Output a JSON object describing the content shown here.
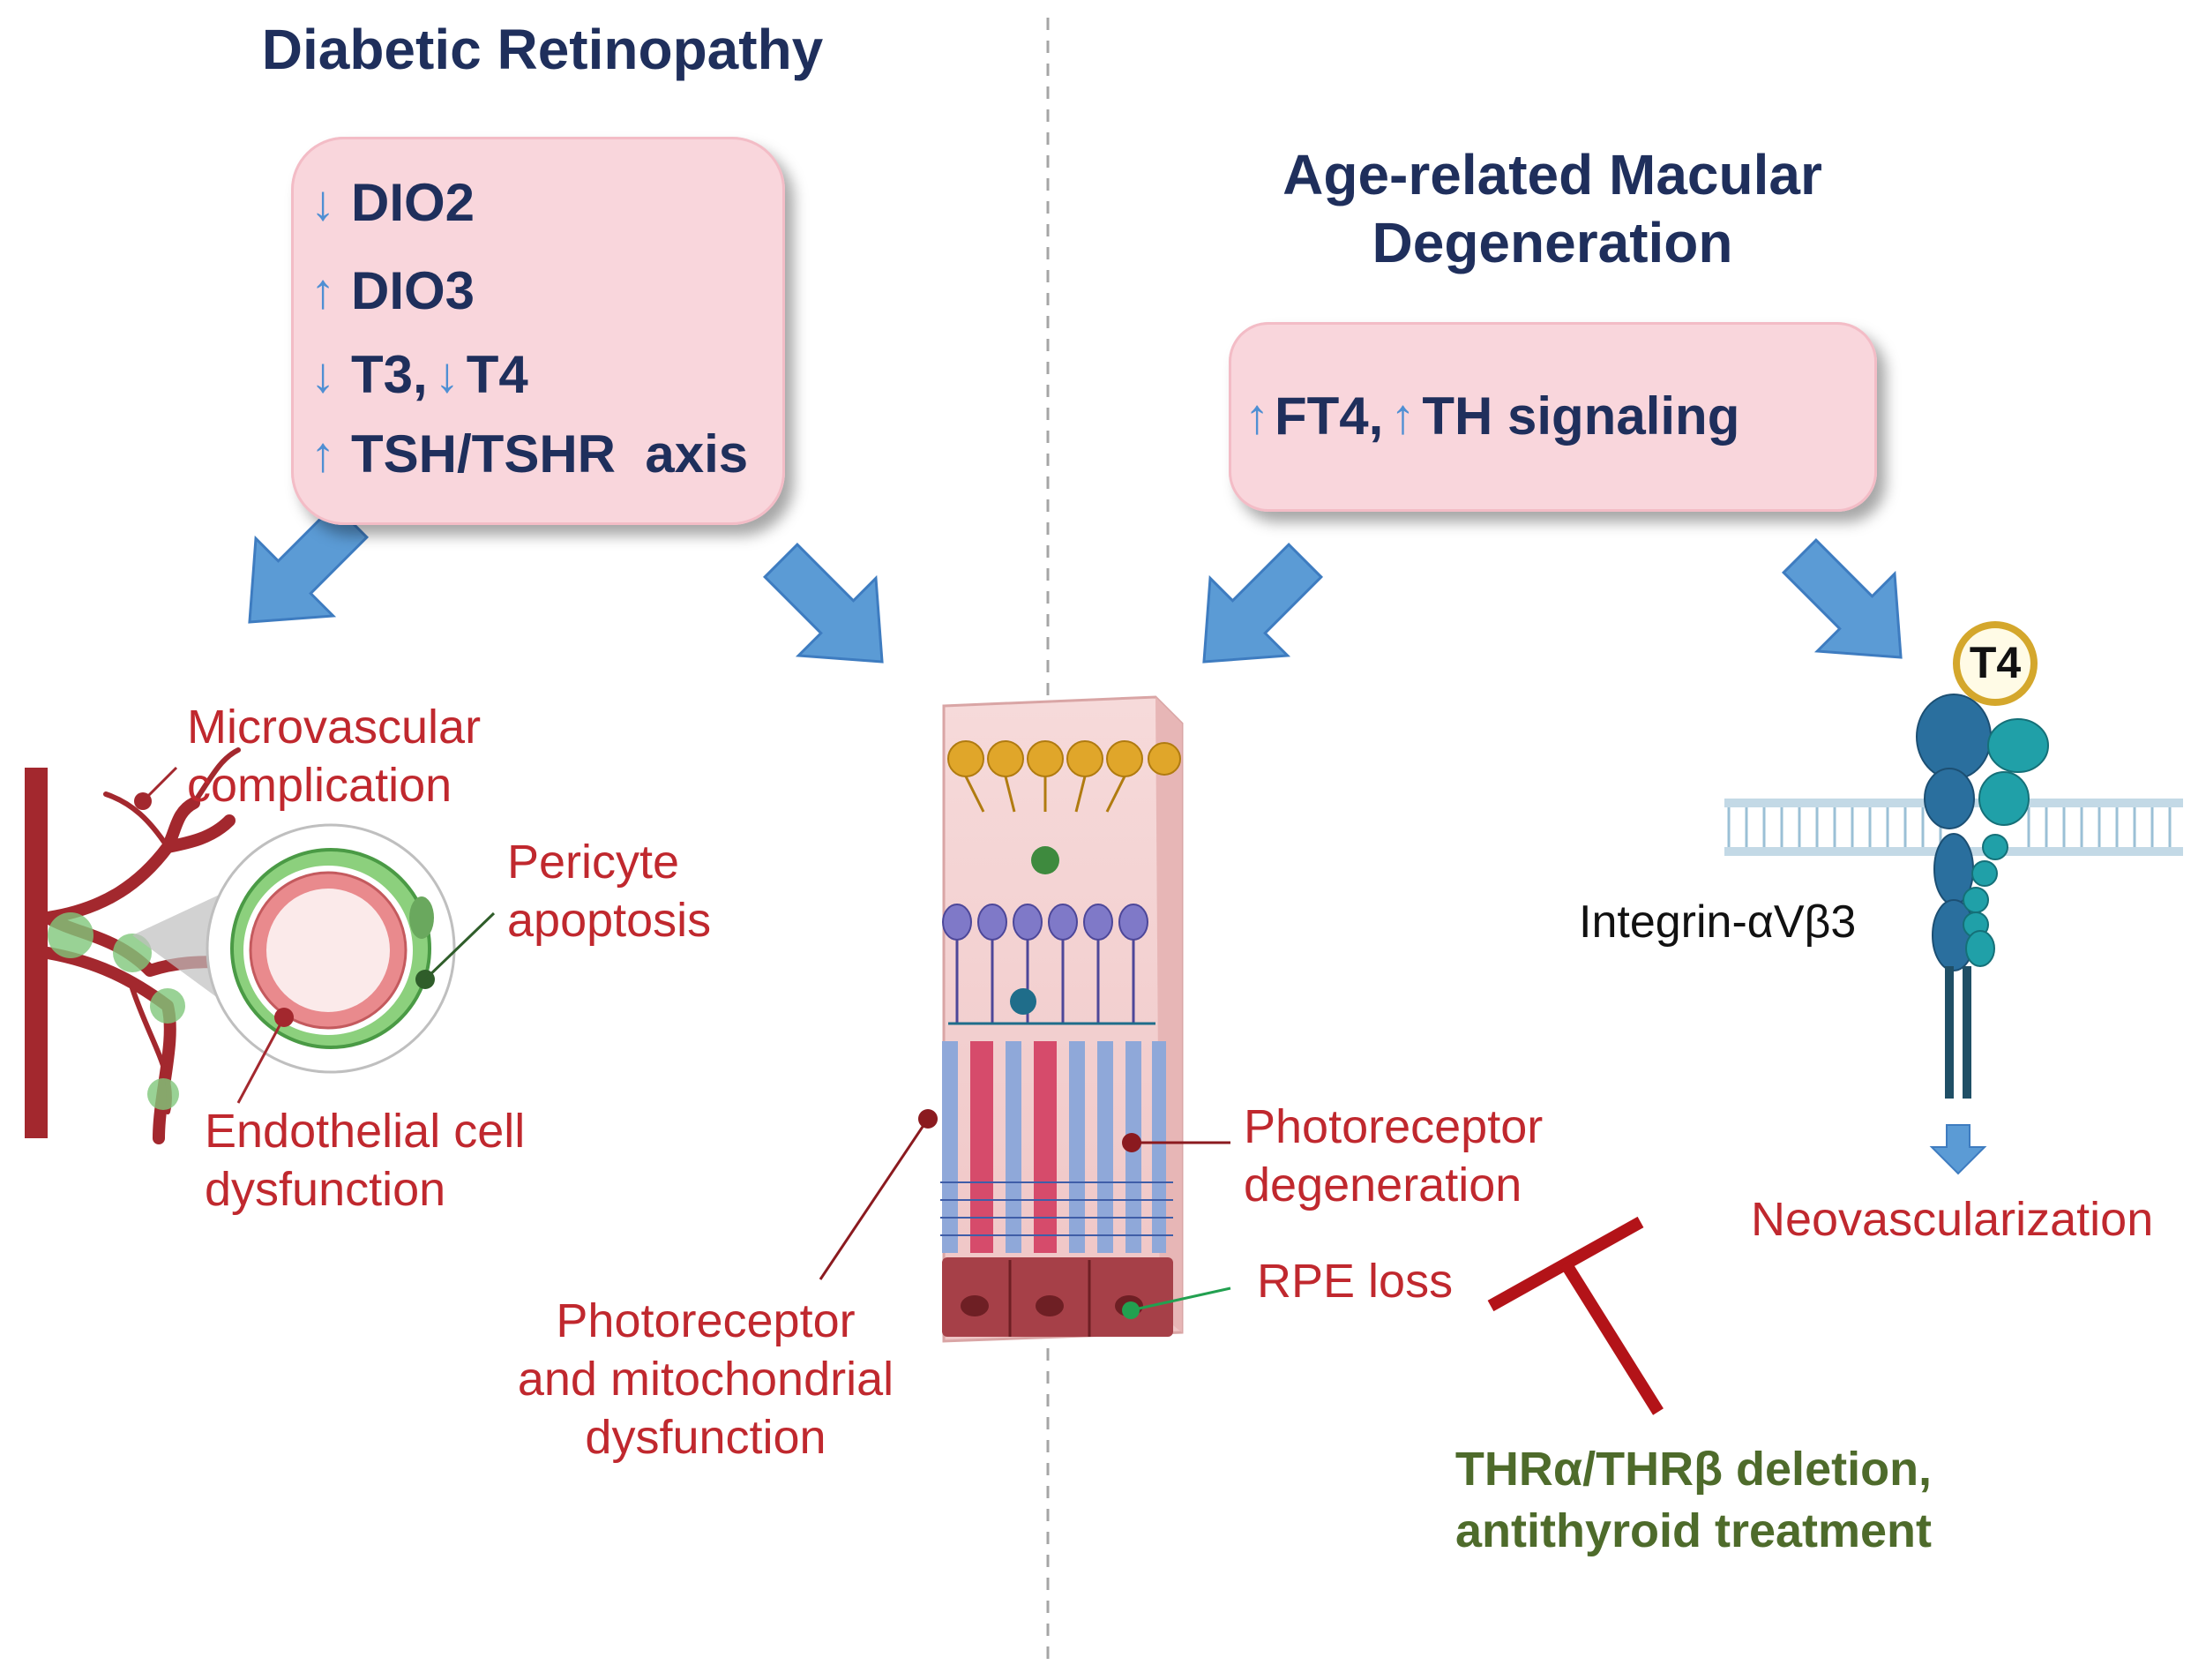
{
  "left": {
    "title": "Diabetic Retinopathy",
    "box": {
      "line1": {
        "arrow": "down",
        "text": "DIO2"
      },
      "line2": {
        "arrow": "up",
        "text": "DIO3"
      },
      "line3": {
        "arrow": "down",
        "text": "T3,",
        "arrow_b": "down",
        "text_b": "T4"
      },
      "line4": {
        "arrow": "up",
        "text": "TSH/TSHR  axis"
      }
    },
    "labels": {
      "microvascular": [
        "Microvascular",
        "complication"
      ],
      "pericyte": [
        "Pericyte",
        "apoptosis"
      ],
      "endothelial": [
        "Endothelial cell",
        "dysfunction"
      ],
      "photoreceptor_mito": [
        "Photoreceptor",
        "and mitochondrial",
        "dysfunction"
      ]
    }
  },
  "right": {
    "title": [
      "Age-related Macular",
      "Degeneration"
    ],
    "box": {
      "arrow_a": "up",
      "text_a": "FT4,",
      "arrow_b": "up",
      "text_b": "TH signaling"
    },
    "labels": {
      "photoreceptor_degeneration": [
        "Photoreceptor",
        "degeneration"
      ],
      "rpe": "RPE loss",
      "integrin": "Integrin-αVβ3",
      "t4_badge": "T4",
      "neovascularization": "Neovascularization",
      "inhibitor": [
        "THRα/THRβ deletion,",
        "antithyroid treatment"
      ]
    }
  },
  "glyphs": {
    "up": "↑",
    "down": "↓"
  },
  "colors": {
    "title": "#1f2f5c",
    "label_red": "#c0282e",
    "label_green": "#4e6b2b",
    "box_fill": "#f9d6dc",
    "arrow_blue": "#5b9bd5"
  }
}
